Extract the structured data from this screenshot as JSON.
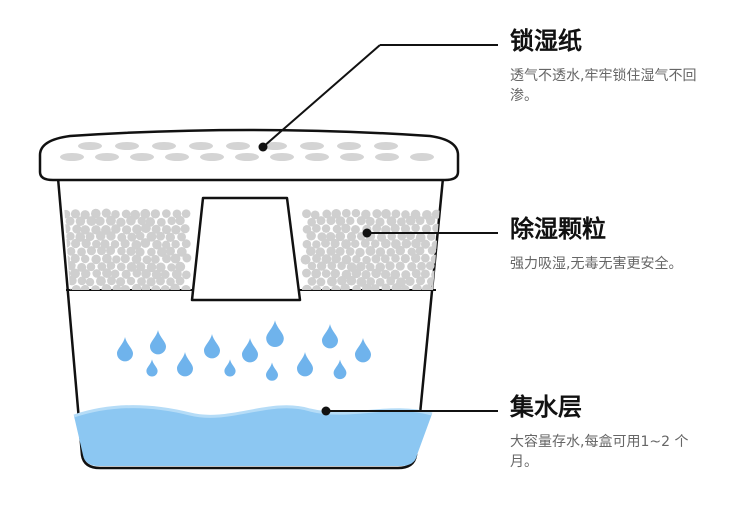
{
  "colors": {
    "outline": "#111111",
    "lid_dots": "#d4d4d4",
    "beads": "#cfcfcf",
    "water": "#7fbff0",
    "water_surface": "#a8d3f5",
    "drops": "#6fb3ec",
    "text_title": "#111111",
    "text_desc": "#666666"
  },
  "labels": [
    {
      "title": "锁湿纸",
      "desc": "透气不透水,牢牢锁住湿气不回渗。"
    },
    {
      "title": "除湿颗粒",
      "desc": "强力吸湿,无毒无害更安全。"
    },
    {
      "title": "集水层",
      "desc": "大容量存水,每盒可用1~2 个月。"
    }
  ]
}
